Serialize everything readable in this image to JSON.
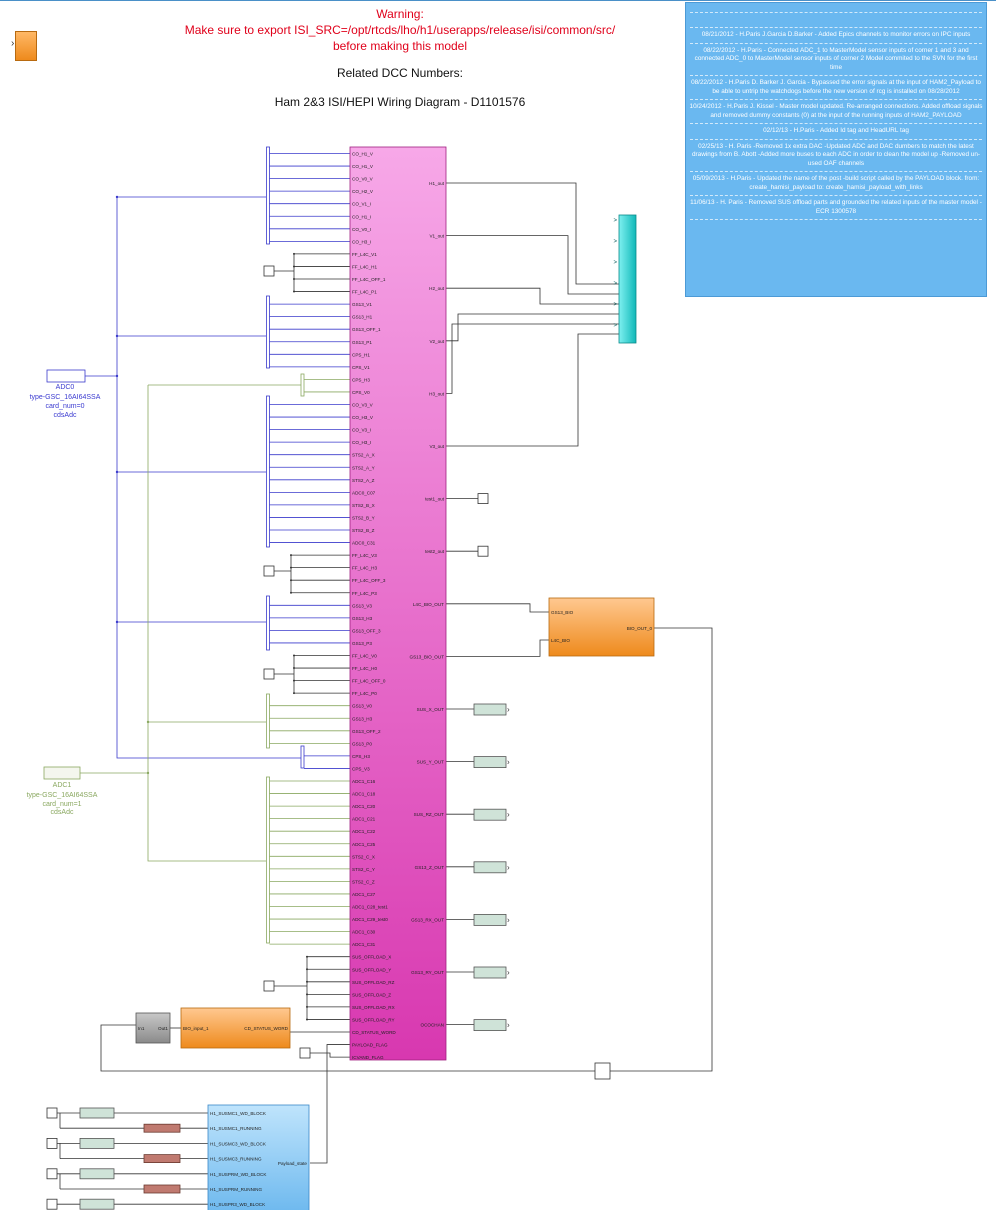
{
  "header": {
    "warning_title": "Warning:",
    "warning_line1": "Make sure to export ISI_SRC=/opt/rtcds/lho/h1/userapps/release/isi/common/src/",
    "warning_line2": "before making this model",
    "dcc_label": "Related DCC Numbers:",
    "diagram_title": "Ham 2&3 ISI/HEPI Wiring Diagram - D1101576"
  },
  "notes": [
    "08/21/2012 - H.Paris J.Garcia D.Barker - Added Epics channels to monitor errors on IPC inputs",
    "08/22/2012 - H.Paris - Connected ADC_1 to MasterModel sensor inputs of corner 1 and 3 and connected ADC_0 to MasterModel sensor inputs of corner 2 Model commited to the SVN for the first time",
    "08/22/2012 - H.Paris D. Barker J. Garcia - Bypassed the error signals at the input of HAM2_Payload to be able to untrip the watchdogs before the new version of rcg is installed on 08/28/2012",
    "10/24/2012 - H.Paris J. Kissel - Master model updated. Re-arranged connections. Added offload signals and removed dummy constants (0) at the input of the running inputs of HAM2_PAYLOAD",
    "02/12/13 - H.Paris - Added Id tag and HeadURL tag",
    "02/25/13 - H. Paris -Removed 1x extra DAC -Updated ADC and DAC dumbers to match the latest drawings from B. Abott -Added more buses to each ADC in order to clean the model up -Removed un-used OAF channels",
    "05/09/2013 - H.Paris - Updated the name of the post -build script called by the PAYLOAD block. from: create_hamisi_payload to: create_hamisi_payload_with_links",
    "11/06/13 - H. Paris - Removed SUS offload parts and grounded the related inputs of the master model - ECR 1300578"
  ],
  "adc0": {
    "name": "ADC0",
    "type": "type-GSC_16AI64SSA",
    "card": "card_num=0",
    "sub": "cdsAdc"
  },
  "adc1": {
    "name": "ADC1",
    "type": "type-GSC_16AI64SSA",
    "card": "card_num=1",
    "sub": "cdsAdc"
  },
  "master_inputs": [
    "CO_H1_V",
    "CO_H1_V",
    "CO_V0_V",
    "CO_H2_V",
    "CO_V1_I",
    "CO_H1_I",
    "CO_V0_I",
    "CO_H3_I",
    "FF_L4C_V1",
    "FF_L4C_H1",
    "FF_L4C_OFF_1",
    "FF_L4C_P1",
    "GS13_V1",
    "GS13_H1",
    "GS13_OFF_1",
    "GS13_P1",
    "CPS_H1",
    "CPS_V1",
    "CPS_H3",
    "CPS_V0",
    "CO_V3_V",
    "CO_H3_V",
    "CO_V3_I",
    "CO_H3_I",
    "STS2_A_X",
    "STS2_A_Y",
    "STS2_A_Z",
    "ADC0_C07",
    "STS2_B_X",
    "STS2_B_Y",
    "STS2_B_Z",
    "ADC0_C31",
    "FF_L4C_V3",
    "FF_L4C_H3",
    "FF_L4C_OFF_3",
    "FF_L4C_P3",
    "GS13_V3",
    "GS13_H3",
    "GS13_OFF_3",
    "GS13_P3",
    "FF_L4C_V0",
    "FF_L4C_H0",
    "FF_L4C_OFF_0",
    "FF_L4C_P0",
    "GS13_V0",
    "GS13_H3",
    "GS13_OFF_2",
    "GS13_P0",
    "CPS_H3",
    "CPS_V3",
    "ADC1_C16",
    "ADC1_C18",
    "ADC1_C20",
    "ADC1_C21",
    "ADC1_C22",
    "ADC1_C25",
    "STS2_C_X",
    "STS2_C_Y",
    "STS2_C_Z",
    "ADC1_C27",
    "ADC1_C28_test1",
    "ADC1_C29_test0",
    "ADC1_C30",
    "ADC1_C31",
    "SUS_OFFLOAD_X",
    "SUS_OFFLOAD_Y",
    "SUS_OFFLOAD_RZ",
    "SUS_OFFLOAD_Z",
    "SUS_OFFLOAD_RX",
    "SUS_OFFLOAD_RY",
    "CD_STATUS_WORD",
    "PAYLOAD_FLAG",
    "ICVAND_FLAG"
  ],
  "master_outputs": [
    "H1_out",
    "V1_out",
    "H2_out",
    "V2_out",
    "H3_out",
    "V3_out",
    "test1_out",
    "test2_out",
    "L4C_BIO_OUT",
    "GS13_BIO_OUT",
    "SUS_X_OUT",
    "SUS_Y_OUT",
    "SUS_RZ_OUT",
    "GS13_Z_OUT",
    "GS13_RX_OUT",
    "GS13_RY_OUT",
    "OCOCHAN"
  ],
  "bio_block": {
    "in1": "GS13_BIO",
    "in2": "L4C_BIO",
    "out": "BIO_OUT_0"
  },
  "status_block": {
    "in": "BIO_input_1",
    "out": "CD_STATUS_WORD"
  },
  "gray_block": {
    "in": "In1",
    "out": "Out1"
  },
  "payload": {
    "inputs": [
      "H1_SUSMC1_WD_BLOCK",
      "H1_SUSMC1_RUNNING",
      "H1_SUSMC3_WD_BLOCK",
      "H1_SUSMC3_RUNNING",
      "H1_SUSPRM_WD_BLOCK",
      "H1_SUSPRM_RUNNING",
      "H1_SUSPR3_WD_BLOCK"
    ],
    "output": "Payload_state"
  },
  "colors": {
    "master": "#e060c8",
    "adc0_wire": "#3a3acc",
    "adc1_wire": "#8aa860",
    "orange": "#f0901e",
    "teal": "#1ec8c8",
    "payload": "#7ec4f4",
    "notes": "#6ab8f0",
    "warning": "#e0001a"
  }
}
